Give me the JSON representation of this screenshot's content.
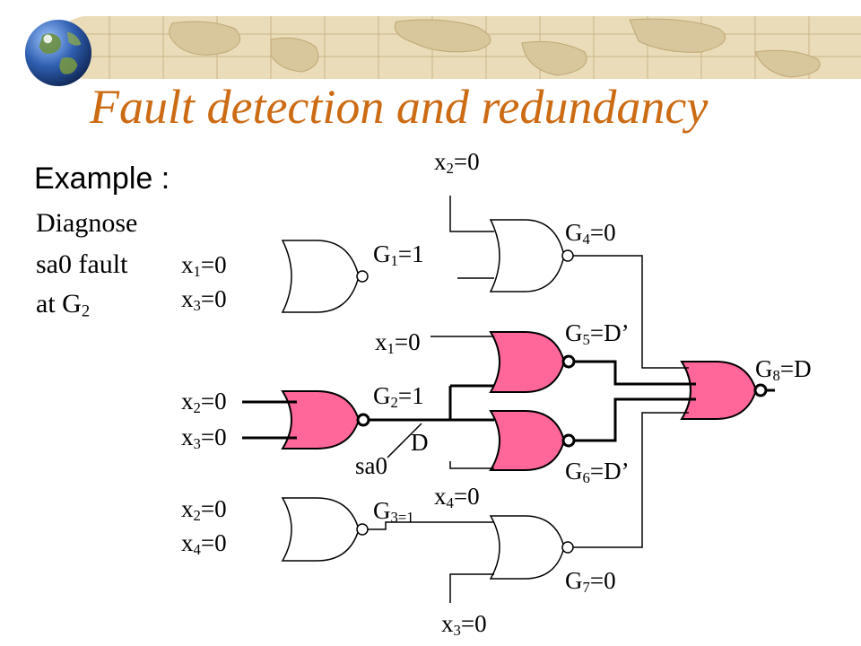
{
  "slide": {
    "title": "Fault detection and redundancy",
    "example_heading": "Example :",
    "desc_line1": "Diagnose",
    "desc_line2": "sa0 fault",
    "desc_line3_prefix": "at G",
    "desc_line3_sub": "2"
  },
  "diagram": {
    "colors": {
      "faulty_gate_fill": "#ff6699",
      "title": "#cc6b14",
      "banner": "#eadcb8"
    },
    "labels": {
      "top_x2": {
        "base": "x",
        "sub": "2",
        "tail": "=0"
      },
      "g1_in_x1": {
        "base": "x",
        "sub": "1",
        "tail": "=0"
      },
      "g1_in_x3": {
        "base": "x",
        "sub": "3",
        "tail": "=0"
      },
      "g1_out": {
        "base": "G",
        "sub": "1",
        "tail": "=1"
      },
      "g4_out": {
        "base": "G",
        "sub": "4",
        "tail": "=0"
      },
      "g5_in_x1": {
        "base": "x",
        "sub": "1",
        "tail": "=0"
      },
      "g5_out": {
        "base": "G",
        "sub": "5",
        "tail": "=D’"
      },
      "g8_out": {
        "base": "G",
        "sub": "8",
        "tail": "=D"
      },
      "g2_in_x2": {
        "base": "x",
        "sub": "2",
        "tail": "=0"
      },
      "g2_in_x3": {
        "base": "x",
        "sub": "3",
        "tail": "=0"
      },
      "g2_out": {
        "base": "G",
        "sub": "2",
        "tail": "=1"
      },
      "fault_d": "D",
      "fault_sa0": "sa0",
      "g6_out": {
        "base": "G",
        "sub": "6",
        "tail": "=D’"
      },
      "g6_in_x4": {
        "base": "x",
        "sub": "4",
        "tail": "=0"
      },
      "g3_in_x2": {
        "base": "x",
        "sub": "2",
        "tail": "=0"
      },
      "g3_in_x4": {
        "base": "x",
        "sub": "4",
        "tail": "=0"
      },
      "g3_out": {
        "base": "G",
        "sub": "3=1",
        "tail": ""
      },
      "g7_out": {
        "base": "G",
        "sub": "7",
        "tail": "=0"
      },
      "bottom_x3": {
        "base": "x",
        "sub": "3",
        "tail": "=0"
      }
    }
  }
}
